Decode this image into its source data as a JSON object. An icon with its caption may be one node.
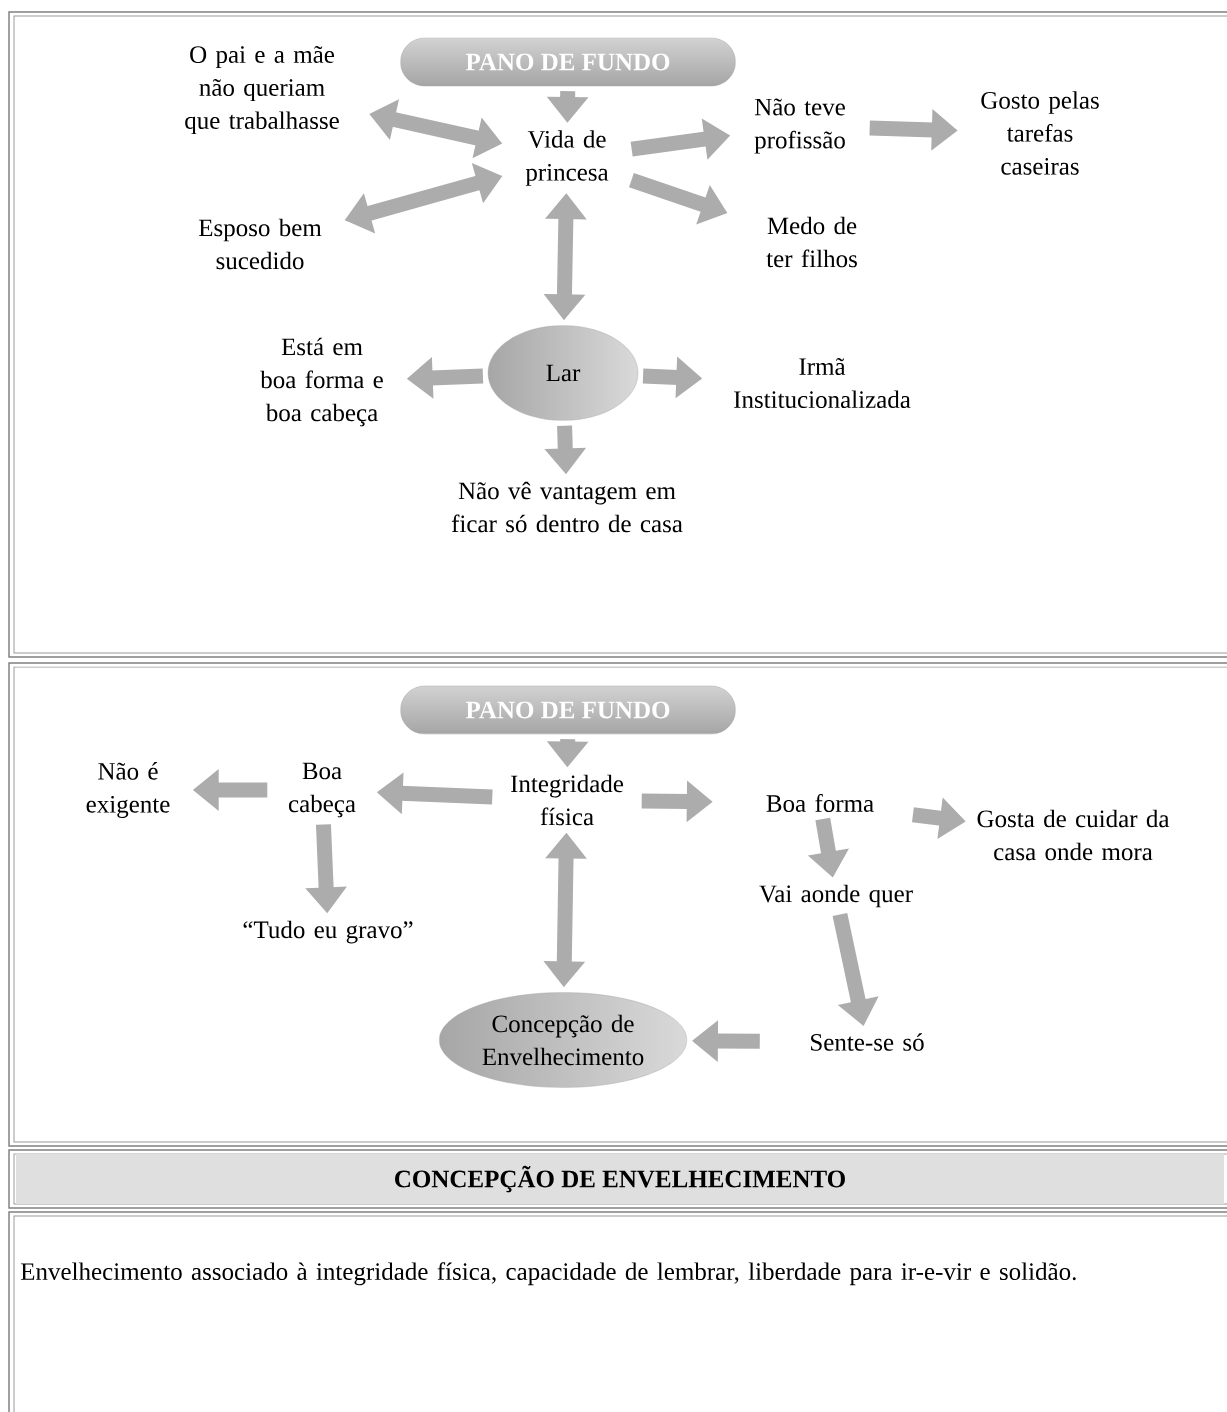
{
  "diagram": {
    "nodes": [
      {
        "text": [
          "PANO DE FUNDO"
        ]
      },
      {
        "text": [
          "O pai e a mãe não queriam que trabalhasse"
        ]
      },
      {
        "text": [
          "Vida de princesa"
        ]
      },
      {
        "text": [
          "Não teve profissão"
        ]
      },
      {
        "text": [
          "Gosto pelas tarefas caseiras"
        ]
      },
      {
        "text": [
          "Esposo bem sucedido"
        ]
      },
      {
        "text": [
          "Medo de ter filhos"
        ]
      },
      {
        "text": [
          "Lar"
        ]
      },
      {
        "text": [
          "Está em boa forma e boa cabeça"
        ]
      },
      {
        "text": [
          "Irmã Institucionalizada"
        ]
      },
      {
        "text": [
          "Não vê vantagem em ficar só dentro de casa"
        ]
      },
      {
        "text": [
          "PANO DE FUNDO"
        ]
      },
      {
        "text": [
          "Não é exigente"
        ]
      },
      {
        "text": [
          "Boa cabeça"
        ]
      },
      {
        "text": [
          "Integridade física"
        ]
      },
      {
        "text": [
          "Boa forma"
        ]
      },
      {
        "text": [
          "Gosta de cuidar da casa onde mora"
        ]
      },
      {
        "text": [
          "“Tudo eu gravo”"
        ]
      },
      {
        "text": [
          "Vai aonde quer"
        ]
      },
      {
        "text": [
          "Concepção de Envelhecimento"
        ]
      },
      {
        "text": [
          "Sente-se só"
        ]
      },
      {
        "text": [
          "CONCEPÇÃO DE ENVELHECIMENTO"
        ]
      }
    ],
    "edges": [
      {
        "from": 0,
        "to": 2,
        "arrow": "to"
      },
      {
        "from": 1,
        "to": 2,
        "arrow": "both"
      },
      {
        "from": 5,
        "to": 2,
        "arrow": "both"
      },
      {
        "from": 2,
        "to": 3,
        "arrow": "to"
      },
      {
        "from": 2,
        "to": 6,
        "arrow": "to"
      },
      {
        "from": 3,
        "to": 4,
        "arrow": "to"
      },
      {
        "from": 2,
        "to": 7,
        "arrow": "both"
      },
      {
        "from": 7,
        "to": 8,
        "arrow": "to"
      },
      {
        "from": 7,
        "to": 9,
        "arrow": "to"
      },
      {
        "from": 7,
        "to": 10,
        "arrow": "to"
      },
      {
        "from": 11,
        "to": 14,
        "arrow": "to"
      },
      {
        "from": 14,
        "to": 13,
        "arrow": "to"
      },
      {
        "from": 13,
        "to": 12,
        "arrow": "to"
      },
      {
        "from": 13,
        "to": 17,
        "arrow": "to"
      },
      {
        "from": 14,
        "to": 15,
        "arrow": "to"
      },
      {
        "from": 15,
        "to": 16,
        "arrow": "to"
      },
      {
        "from": 15,
        "to": 18,
        "arrow": "to"
      },
      {
        "from": 18,
        "to": 20,
        "arrow": "to"
      },
      {
        "from": 20,
        "to": 19,
        "arrow": "to"
      },
      {
        "from": 14,
        "to": 19,
        "arrow": "both"
      }
    ],
    "labels": [
      "Envelhecimento associado à integridade física, capacidade de lembrar, liberdade para ir-e-vir e solidão."
    ]
  }
}
